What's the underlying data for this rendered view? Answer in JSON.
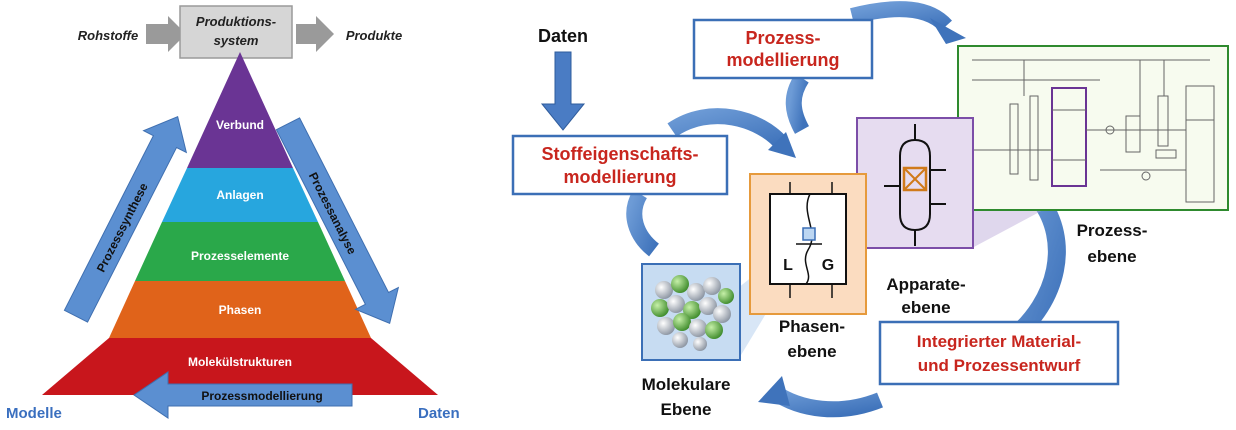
{
  "left": {
    "input": "Rohstoffe",
    "system_line1": "Produktions-",
    "system_line2": "system",
    "output": "Produkte",
    "levels": [
      "Verbund",
      "Anlagen",
      "Prozesselemente",
      "Phasen",
      "Molekülstrukturen"
    ],
    "level_colors": [
      "#6a3494",
      "#27a6de",
      "#2aa84a",
      "#e0631a",
      "#c8161c"
    ],
    "left_arrow_label": "Prozesssynthese",
    "right_arrow_label": "Prozessanalyse",
    "bottom_arrow_label": "Prozessmodellierung",
    "corner_left": "Modelle",
    "corner_right": "Daten"
  },
  "right": {
    "daten": "Daten",
    "prozessmodellierung_line1": "Prozess-",
    "prozessmodellierung_line2": "modellierung",
    "stoffeigen_line1": "Stoffeigenschafts-",
    "stoffeigen_line2": "modellierung",
    "integriert_line1": "Integrierter Material-",
    "integriert_line2": "und Prozessentwurf",
    "phase_L": "L",
    "phase_G": "G",
    "molekulare_line1": "Molekulare",
    "molekulare_line2": "Ebene",
    "phasen_line1": "Phasen-",
    "phasen_line2": "ebene",
    "apparate_line1": "Apparate-",
    "apparate_line2": "ebene",
    "prozess_line1": "Prozess-",
    "prozess_line2": "ebene"
  }
}
